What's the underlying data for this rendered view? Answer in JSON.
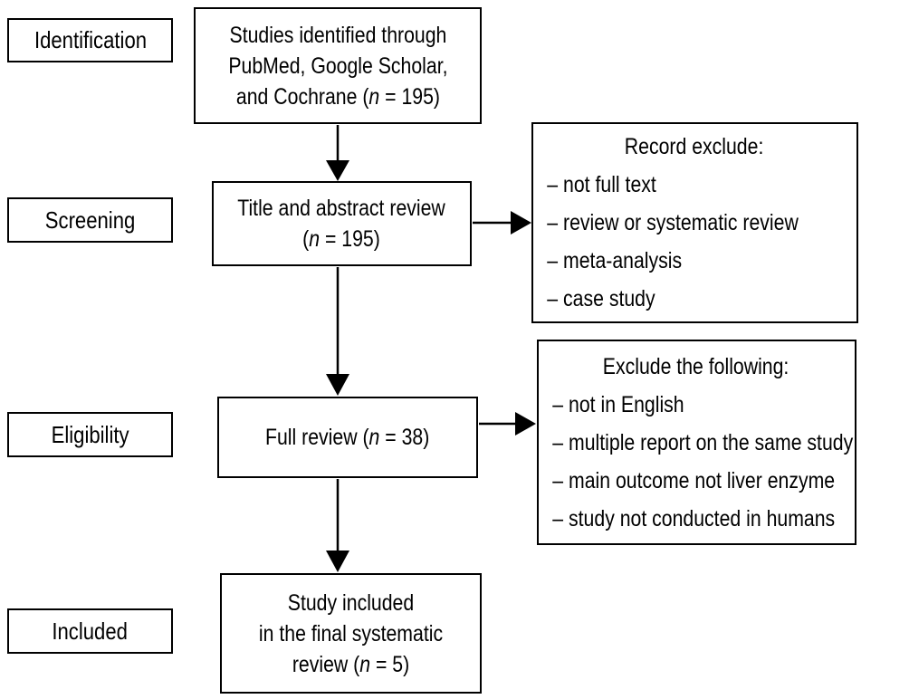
{
  "figure": {
    "type": "prisma-flow-diagram",
    "colors": {
      "background": "#ffffff",
      "line": "#000000",
      "text": "#000000"
    }
  },
  "stages": [
    {
      "id": "identification",
      "label": "Identification"
    },
    {
      "id": "screening",
      "label": "Screening"
    },
    {
      "id": "eligibility",
      "label": "Eligibility"
    },
    {
      "id": "included",
      "label": "Included"
    }
  ],
  "flow_boxes": [
    {
      "id": "studies-identified",
      "lines": [
        [
          {
            "t": "Studies identified through"
          }
        ],
        [
          {
            "t": "PubMed, Google Scholar,"
          }
        ],
        [
          {
            "t": "and Cochrane ("
          },
          {
            "t": "n",
            "i": true
          },
          {
            "t": " = 195)"
          }
        ]
      ]
    },
    {
      "id": "title-abstract-review",
      "lines": [
        [
          {
            "t": "Title and abstract review"
          }
        ],
        [
          {
            "t": "("
          },
          {
            "t": "n",
            "i": true
          },
          {
            "t": " = 195)"
          }
        ]
      ]
    },
    {
      "id": "full-review",
      "lines": [
        [
          {
            "t": "Full review ("
          },
          {
            "t": "n",
            "i": true
          },
          {
            "t": " = 38)"
          }
        ]
      ]
    },
    {
      "id": "study-included",
      "lines": [
        [
          {
            "t": "Study included"
          }
        ],
        [
          {
            "t": "in the final systematic"
          }
        ],
        [
          {
            "t": "review ("
          },
          {
            "t": "n",
            "i": true
          },
          {
            "t": " = 5)"
          }
        ]
      ]
    }
  ],
  "exclusion_boxes": [
    {
      "id": "record-exclude",
      "title": "Record exclude:",
      "bullet": "–",
      "items": [
        "not full text",
        "review or systematic review",
        "meta-analysis",
        "case study"
      ]
    },
    {
      "id": "exclude-following",
      "title": "Exclude the following:",
      "bullet": "–",
      "items": [
        "not in English",
        "multiple report on the same study",
        "main outcome not liver enzyme",
        "study not conducted in humans"
      ]
    }
  ]
}
